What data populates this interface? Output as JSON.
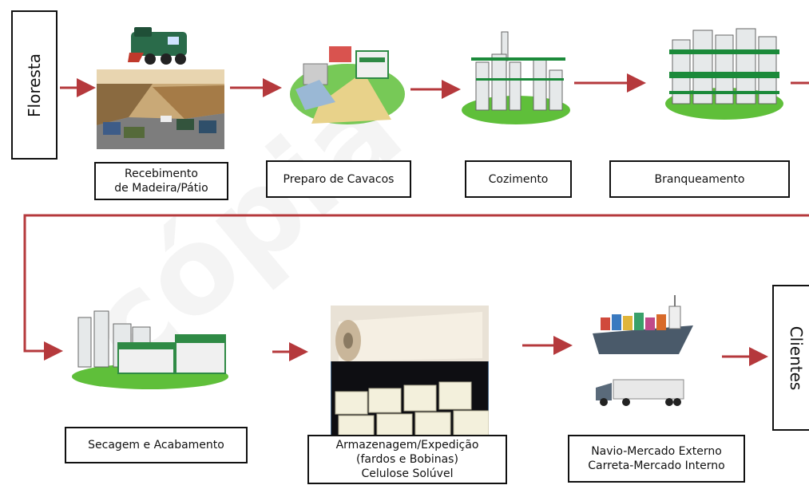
{
  "start_label": "Floresta",
  "end_label": "Clientes",
  "steps": [
    {
      "label_lines": [
        "Recebimento",
        "de Madeira/Pátio"
      ]
    },
    {
      "label_lines": [
        "Preparo de Cavacos"
      ]
    },
    {
      "label_lines": [
        "Cozimento"
      ]
    },
    {
      "label_lines": [
        "Branqueamento"
      ]
    },
    {
      "label_lines": [
        "Secagem e Acabamento"
      ]
    },
    {
      "label_lines": [
        "Armazenagem/Expedição",
        "(fardos e Bobinas)",
        "Celulose Solúvel"
      ]
    },
    {
      "label_lines": [
        "Navio-Mercado Externo",
        "Carreta-Mercado Interno"
      ]
    }
  ],
  "colors": {
    "arrow": "#b5393c",
    "border": "#111111",
    "grass": "#5fbf3a",
    "tank": "#dfe6e4",
    "tank_band": "#1b8a3a"
  }
}
